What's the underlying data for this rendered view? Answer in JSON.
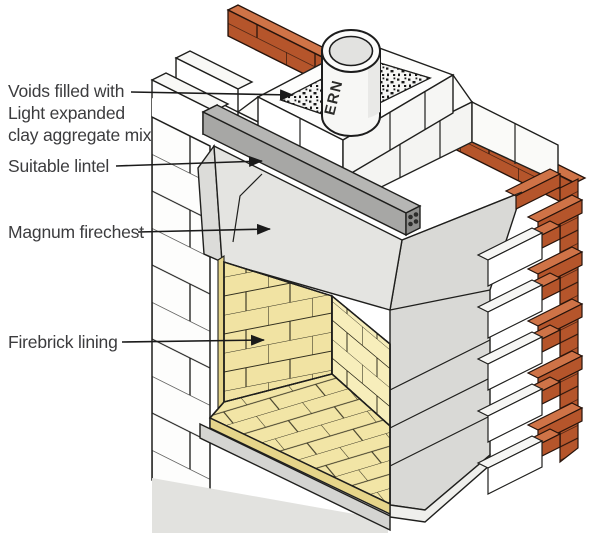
{
  "figure": {
    "type": "fireplace-construction-diagram",
    "labels": {
      "voids": {
        "line1": "Voids filled with",
        "line2": "Light expanded",
        "line3": "clay aggregate mix"
      },
      "lintel": "Suitable lintel",
      "firechest": "Magnum firechest",
      "firebrick": "Firebrick lining"
    },
    "flue_text": "ERN",
    "colors": {
      "brick_red": "#b5552b",
      "brick_red_top": "#cf7347",
      "brick_red_dark": "#9a4520",
      "firebrick_yellow": "#f1e3a3",
      "firebrick_light": "#f7eebb",
      "firebrick_edge": "#e6d58a",
      "concrete_white": "#ffffff",
      "firechest_gray": "#e4e4e1",
      "firechest_side_gray": "#d9d9d6",
      "lintel_gray": "#a7a7a5",
      "line_black": "#1c1c1c",
      "label_gray": "#3c3c3e"
    }
  }
}
